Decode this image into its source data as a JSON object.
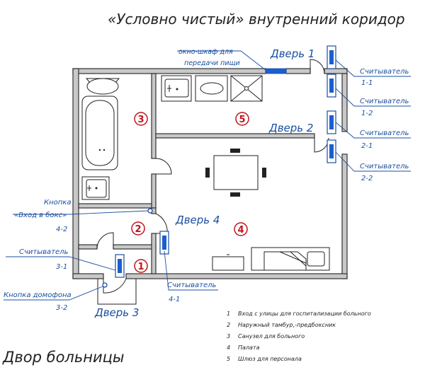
{
  "title": "«Условно чистый» внутренний коридор",
  "yard_label": "Двор больницы",
  "doors": {
    "d1": "Дверь 1",
    "d2": "Дверь 2",
    "d3": "Дверь 3",
    "d4": "Дверь 4"
  },
  "food_window": {
    "line1": "окно-шкаф для",
    "line2": "передачи пищи"
  },
  "readers": [
    {
      "label": "Считыватель",
      "code": "1-1"
    },
    {
      "label": "Считыватель",
      "code": "1-2"
    },
    {
      "label": "Считыватель",
      "code": "2-1"
    },
    {
      "label": "Считыватель",
      "code": "2-2"
    },
    {
      "label": "Считыватель",
      "code": "3-1"
    },
    {
      "label": "Считыватель",
      "code": "4-1"
    }
  ],
  "buttons": {
    "box_line1": "Кнопка",
    "box_line2": "«Вход в бокс»",
    "box_code": "4-2",
    "intercom": "Кнопка домофона",
    "intercom_code": "3-2"
  },
  "room_numbers": [
    "3",
    "5",
    "4",
    "2",
    "1"
  ],
  "legend": [
    {
      "num": "1",
      "text": "Вход с улицы для госпитализации больного"
    },
    {
      "num": "2",
      "text": "Наружный тамбур,-предбоксник"
    },
    {
      "num": "3",
      "text": "Санузел для больного"
    },
    {
      "num": "4",
      "text": "Палата"
    },
    {
      "num": "5",
      "text": "Шлюз для персонала"
    }
  ],
  "colors": {
    "accent": "#1a4fa0",
    "room_number": "#c0141c",
    "wall": "#c8c8c8"
  }
}
